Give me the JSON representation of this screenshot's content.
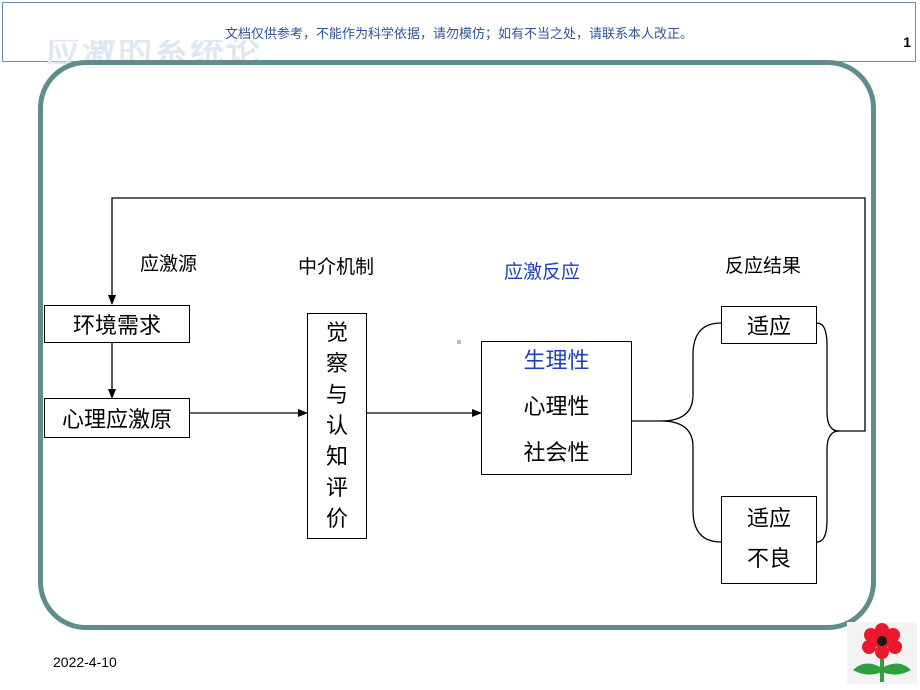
{
  "header": {
    "notice": "文档仅供参考，不能作为科学依据，请勿模仿；如有不当之处，请联系本人改正。",
    "page_number": "1"
  },
  "ghost_title": "应激的系统论",
  "stages": {
    "source": "应激源",
    "mediation": "中介机制",
    "response": "应激反应",
    "outcome": "反应结果"
  },
  "nodes": {
    "environment_demand": "环境需求",
    "psychological_source": "心理应激原",
    "appraisal_chars": [
      "觉",
      "察",
      "与",
      "认",
      "知",
      "评",
      "价"
    ],
    "responses": [
      "生理性",
      "心理性",
      "社会性"
    ],
    "adaptation": "适应",
    "maladaptation_lines": [
      "适应",
      "不良"
    ]
  },
  "footer": {
    "date": "2022-4-10"
  },
  "colors": {
    "frame": "#5f8c8c",
    "notice_text": "#2f5597",
    "highlight_text": "#1f3fbf",
    "logo_petal": "#e8192c",
    "logo_leaf": "#2e9e3e"
  }
}
